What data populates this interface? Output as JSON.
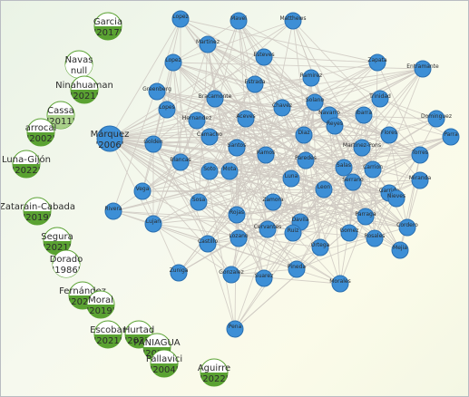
{
  "diagram": {
    "edge_color": "#cfc9c2",
    "blue_node_color": "#3d8fd6",
    "green_node_color": "#5aa232",
    "white_node_color": "#ffffff",
    "green_nodes": [
      {
        "id": "garcia",
        "line1": "Garcia",
        "line2": "'2017'",
        "fill": "green"
      },
      {
        "id": "navas",
        "line1": "Navas",
        "line2": "null",
        "fill": "white"
      },
      {
        "id": "ninahuaman",
        "line1": "Ninahuaman",
        "line2": "'2021'",
        "fill": "green"
      },
      {
        "id": "cassa",
        "line1": "Cassa",
        "line2": "'2011'",
        "fill": "light"
      },
      {
        "id": "arrocal",
        "line1": "arrocal",
        "line2": "'2002'",
        "fill": "green"
      },
      {
        "id": "luna-gijon",
        "line1": "Luna-Gijón",
        "line2": "'2022'",
        "fill": "green"
      },
      {
        "id": "zatarain",
        "line1": "Zatarain-Cabada",
        "line2": "'2019'",
        "fill": "green"
      },
      {
        "id": "segura",
        "line1": "Segura",
        "line2": "'2021'",
        "fill": "green"
      },
      {
        "id": "dorado",
        "line1": "Dorado",
        "line2": "'1986'",
        "fill": "white"
      },
      {
        "id": "fernandez",
        "line1": "Fernández",
        "line2": "'2021'",
        "fill": "green"
      },
      {
        "id": "moral",
        "line1": "Moral",
        "line2": "'2019'",
        "fill": "green"
      },
      {
        "id": "escobar",
        "line1": "Escobar",
        "line2": "'2021'",
        "fill": "green"
      },
      {
        "id": "hurtado",
        "line1": "Hurtad",
        "line2": "'2022'",
        "fill": "green"
      },
      {
        "id": "paniagua",
        "line1": "PANIAGUA",
        "line2": "'2022'",
        "fill": "green"
      },
      {
        "id": "pallavicini",
        "line1": "Pallavici",
        "line2": "'2004'",
        "fill": "green"
      },
      {
        "id": "aguirre",
        "line1": "Aguirre",
        "line2": "'2022'",
        "fill": "green"
      }
    ],
    "hub": {
      "id": "marquez",
      "line1": "Márquez",
      "line2": "'2006'"
    },
    "blue_labels": [
      "Lopez",
      "Mavel",
      "Matthews",
      "Martinez",
      "Esteves",
      "Lopez",
      "Ramirez",
      "Zapata",
      "Entramante",
      "Greenberg",
      "Bracamonte",
      "Estrada",
      "Lopes",
      "Dominguez",
      "Chavez",
      "Navarro",
      "Aceves",
      "Trinidad",
      "Golden",
      "Hernandez",
      "Camacho",
      "Santos",
      "Ramos",
      "Diaz",
      "Reyes",
      "Martinez-Pons",
      "Flores",
      "Blancas",
      "Mota",
      "Paredes",
      "Salas",
      "Carrion",
      "Torres",
      "Parra",
      "Garrido",
      "Miranda",
      "Sosa",
      "Rivera",
      "Lujan",
      "Zamora",
      "Leon",
      "Serrano",
      "Parraga",
      "Cordero",
      "Davila",
      "Cervantes",
      "Lozano",
      "Ortega",
      "Ruiz",
      "Castillo",
      "Gomez",
      "Rosales",
      "Pineda",
      "Suarez",
      "Gonzalez",
      "Zuniga",
      "Morales",
      "Pena",
      "Nieves",
      "Solano",
      "Rojas",
      "Soto",
      "Ibarra",
      "Vega",
      "Luna",
      "Mejia"
    ]
  }
}
